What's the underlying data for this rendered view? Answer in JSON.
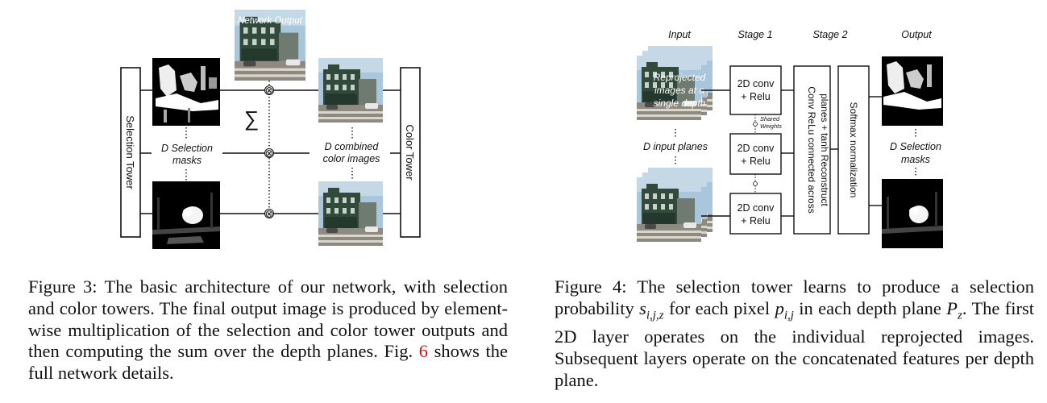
{
  "figure3": {
    "selection_tower": "Selection Tower",
    "color_tower": "Color Tower",
    "network_output": "Network Output",
    "sum_symbol": "∑",
    "multiply_symbol": "⊗",
    "selection_masks_line1": "D Selection",
    "selection_masks_line2": "masks",
    "combined_line1": "D combined",
    "combined_line2": "color images",
    "caption": {
      "label": "Figure 3:",
      "text_a": "The basic architecture of our network, with selection and color towers. The final output image is produced by element-wise multiplication of the selection and color tower outputs and then computing the sum over the depth planes. Fig.",
      "ref": "6",
      "text_b": "shows the full network details."
    }
  },
  "figure4": {
    "col_input": "Input",
    "col_stage1": "Stage 1",
    "col_stage2": "Stage 2",
    "col_output": "Output",
    "reprojected_line1": "Reprojected",
    "reprojected_line2": "images at a",
    "reprojected_line3": "single depth",
    "input_planes": "D input planes",
    "conv_line1": "2D conv",
    "conv_line2": "+ Relu",
    "shared_line1": "Shared",
    "shared_line2": "Weights",
    "stage2_line1": "Conv ReLu connected across",
    "stage2_line2": "planes + tanh Reconstruct",
    "softmax": "Softmax normalization",
    "output_masks_line1": "D Selection",
    "output_masks_line2": "masks",
    "caption": {
      "label": "Figure 4:",
      "text_a": "The selection tower learns to produce a selection probability",
      "s_var": "s",
      "s_sub": "i,j,z",
      "text_b": "for each pixel",
      "p_var": "p",
      "p_sub": "i,j",
      "text_c": "in each depth plane",
      "P_var": "P",
      "P_sub": "z",
      "text_d": ". The first 2D layer operates on the individual reprojected images. Subsequent layers operate on the concatenated features per depth plane."
    }
  },
  "colors": {
    "sky": "#a9c6dc",
    "building": "#2f4a3a",
    "street": "#8f8a80",
    "mask_bg": "#000000"
  }
}
